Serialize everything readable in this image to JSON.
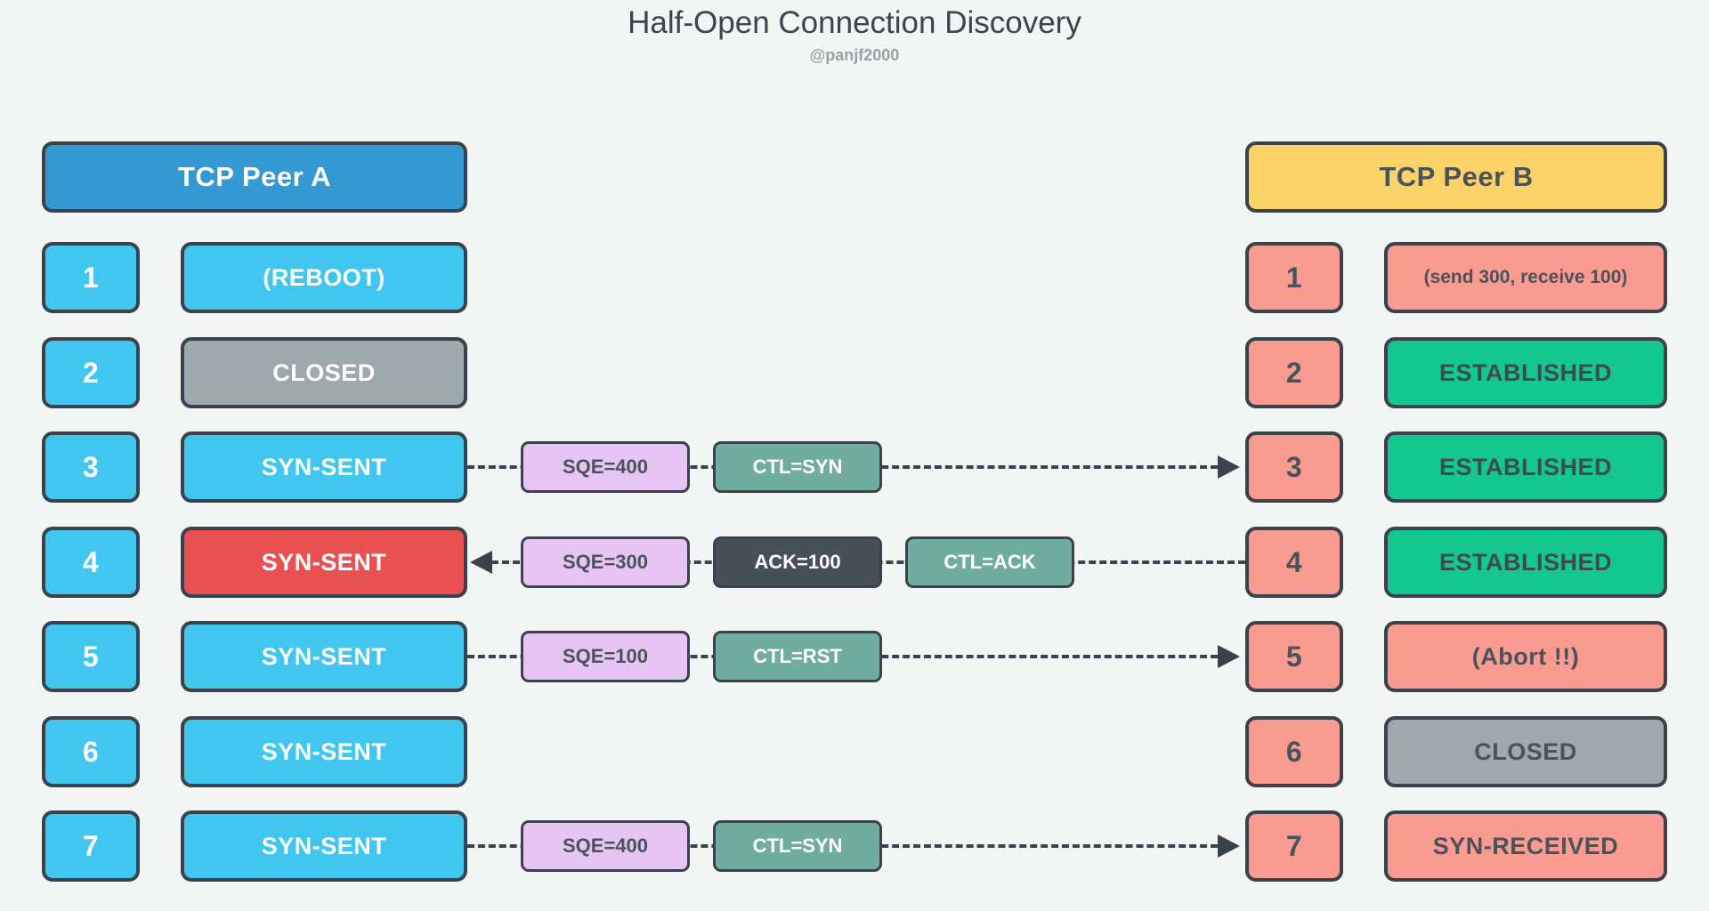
{
  "title": "Half-Open Connection Discovery",
  "subtitle": "@panjf2000",
  "peer_a_label": "TCP Peer A",
  "peer_b_label": "TCP Peer B",
  "header_a_color": "headerBlue",
  "header_b_color": "headerYellow",
  "badge_a_color": "badgeBlue",
  "badge_b_color": "badgeSalmon",
  "palette": {
    "background": {
      "bg": "#f3f4f4",
      "fg": "#3d444b"
    },
    "border": {
      "bg": "#3a434b",
      "fg": "#ffffff"
    },
    "headerBlue": {
      "bg": "#3499d0",
      "fg": "#ffffff"
    },
    "headerYellow": {
      "bg": "#fbd369",
      "fg": "#4a535c"
    },
    "badgeBlue": {
      "bg": "#41c6f0",
      "fg": "#ffffff"
    },
    "badgeSalmon": {
      "bg": "#f99b91",
      "fg": "#4a535c"
    },
    "blue": {
      "bg": "#41c6f0",
      "fg": "#ffffff"
    },
    "grayLeft": {
      "bg": "#9ea9ad",
      "fg": "#ffffff"
    },
    "red": {
      "bg": "#e85150",
      "fg": "#ffffff"
    },
    "green": {
      "bg": "#13c78e",
      "fg": "#3f4b54"
    },
    "salmon": {
      "bg": "#f99b91",
      "fg": "#4a535c"
    },
    "grayRight": {
      "bg": "#9ea9ad",
      "fg": "#4a535c"
    },
    "lavender": {
      "bg": "#e6c5f5",
      "fg": "#4a535c"
    },
    "teal": {
      "bg": "#70ad9e",
      "fg": "#ffffff"
    },
    "darkSlate": {
      "bg": "#474f58",
      "fg": "#ffffff"
    }
  },
  "rows": [
    {
      "num": "1",
      "left": {
        "label": "(REBOOT)",
        "color": "blue"
      },
      "right": {
        "label": "(send 300, receive 100)",
        "color": "salmon"
      },
      "arrow": "none",
      "messages": []
    },
    {
      "num": "2",
      "left": {
        "label": "CLOSED",
        "color": "grayLeft"
      },
      "right": {
        "label": "ESTABLISHED",
        "color": "green"
      },
      "arrow": "none",
      "messages": []
    },
    {
      "num": "3",
      "left": {
        "label": "SYN-SENT",
        "color": "blue"
      },
      "right": {
        "label": "ESTABLISHED",
        "color": "green"
      },
      "arrow": "right",
      "messages": [
        {
          "label": "SQE=400",
          "color": "lavender"
        },
        {
          "label": "CTL=SYN",
          "color": "teal"
        }
      ]
    },
    {
      "num": "4",
      "left": {
        "label": "SYN-SENT",
        "color": "red"
      },
      "right": {
        "label": "ESTABLISHED",
        "color": "green"
      },
      "arrow": "left",
      "messages": [
        {
          "label": "SQE=300",
          "color": "lavender"
        },
        {
          "label": "ACK=100",
          "color": "darkSlate"
        },
        {
          "label": "CTL=ACK",
          "color": "teal"
        }
      ]
    },
    {
      "num": "5",
      "left": {
        "label": "SYN-SENT",
        "color": "blue"
      },
      "right": {
        "label": "(Abort !!)",
        "color": "salmon"
      },
      "arrow": "right",
      "messages": [
        {
          "label": "SQE=100",
          "color": "lavender"
        },
        {
          "label": "CTL=RST",
          "color": "teal"
        }
      ]
    },
    {
      "num": "6",
      "left": {
        "label": "SYN-SENT",
        "color": "blue"
      },
      "right": {
        "label": "CLOSED",
        "color": "grayRight"
      },
      "arrow": "none",
      "messages": []
    },
    {
      "num": "7",
      "left": {
        "label": "SYN-SENT",
        "color": "blue"
      },
      "right": {
        "label": "SYN-RECEIVED",
        "color": "salmon"
      },
      "arrow": "right",
      "messages": [
        {
          "label": "SQE=400",
          "color": "lavender"
        },
        {
          "label": "CTL=SYN",
          "color": "teal"
        }
      ]
    }
  ]
}
